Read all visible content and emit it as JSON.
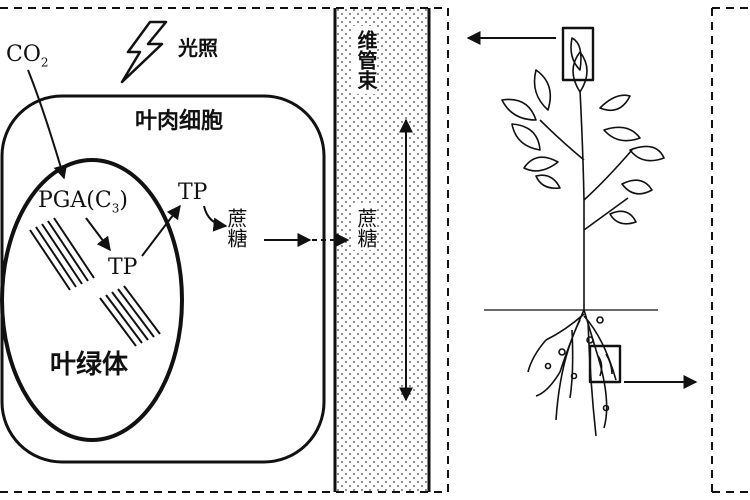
{
  "labels": {
    "co2_main": "CO",
    "co2_sub": "2",
    "light": "光照",
    "mesophyll_cell": "叶肉细胞",
    "pga_main": "PGA(C",
    "pga_sub": "3",
    "pga_close": ")",
    "tp_in": "TP",
    "tp_out": "TP",
    "chloroplast": "叶绿体",
    "sucrose_cell": "蔗糖",
    "sucrose_bundle": "蔗糖",
    "vascular_bundle": "维管束"
  },
  "colors": {
    "ink": "#111111",
    "paper": "#ffffff"
  },
  "icons": {
    "light": "lightning-bolt-icon",
    "plant": "plant-illustration"
  }
}
